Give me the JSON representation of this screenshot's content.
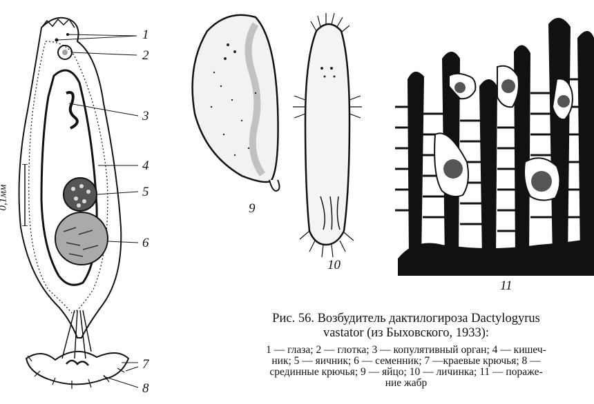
{
  "figure": {
    "scale_label": "0,1мм",
    "callouts": [
      "1",
      "2",
      "3",
      "4",
      "5",
      "6",
      "7",
      "8"
    ],
    "panel_numbers": [
      "9",
      "10",
      "11"
    ]
  },
  "caption": {
    "title_line1": "Рис. 56. Возбудитель дактилогироза Dactylogyrus",
    "title_line2": "vastator (из Быховского, 1933):",
    "body_line1": "1 — глаза; 2 — глотка; 3 — копулятивный орган; 4 — кишеч-",
    "body_line2": "ник; 5 — яичник; 6 — семенник; 7 —краевые крючья; 8 —",
    "body_line3": "срединные крючья; 9 — яйцо; 10 — личинка; 11 — пораже-",
    "body_line4": "ние жабр"
  }
}
